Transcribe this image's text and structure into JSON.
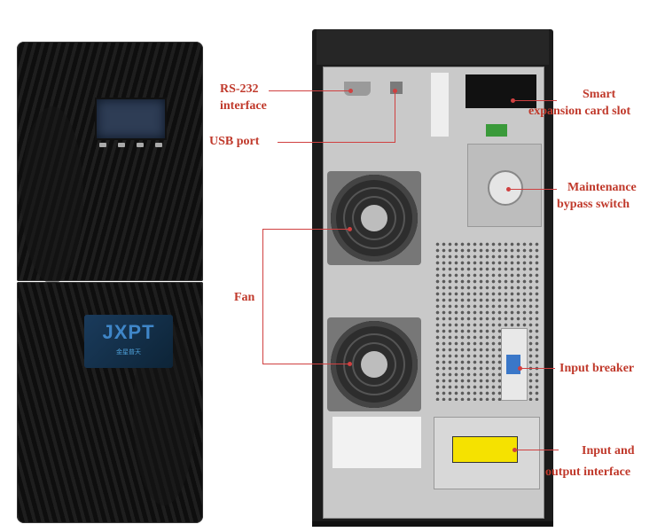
{
  "front_unit": {
    "logo_text": "JXPT",
    "logo_sub": "金星普天"
  },
  "callouts": {
    "rs232": [
      "RS-232",
      "interface"
    ],
    "usb": "USB port",
    "fan": "Fan",
    "smart": [
      "Smart",
      "expansion card slot"
    ],
    "bypass": [
      "Maintenance",
      "bypass switch"
    ],
    "breaker": "Input breaker",
    "io": [
      "Input and",
      "output interface"
    ]
  },
  "colors": {
    "callout_text": "#c0392b",
    "callout_line": "#d04040"
  }
}
